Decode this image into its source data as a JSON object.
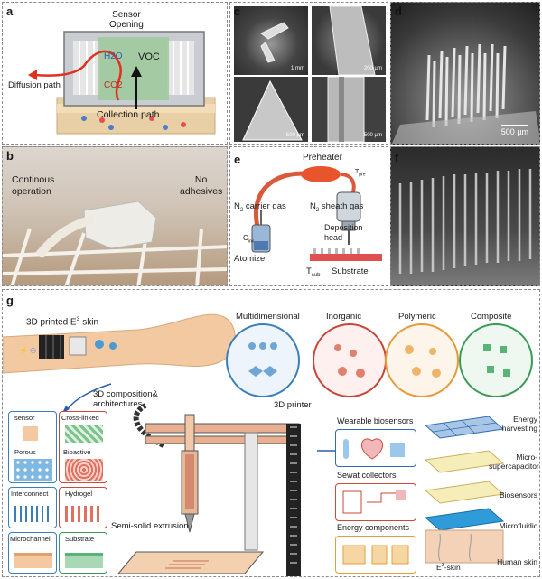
{
  "panels": {
    "a": {
      "label": "a",
      "sensor_opening": "Sensor\nOpening",
      "h2o": "H2O",
      "voc": "VOC",
      "co2": "CO2",
      "diffusion": "Diffusion path",
      "collection": "Collection path"
    },
    "b": {
      "label": "b",
      "continuous": "Continous\noperation",
      "no_adhesives": "No\nadhesives"
    },
    "c": {
      "label": "c",
      "scales": [
        "1 mm",
        "200 µm",
        "500 µm",
        "500 µm"
      ]
    },
    "d": {
      "label": "d",
      "scale": "500 µm"
    },
    "e": {
      "label": "e",
      "preheater": "Preheater",
      "tpre": "T",
      "tpre_sub": "pre",
      "n2_carrier": "N",
      "n2_carrier_rest": " carrier gas",
      "n2_sheath": "N",
      "n2_sheath_rest": " sheath gas",
      "deposition": "Deposition\nhead",
      "cink": "C",
      "cink_sub": "ink",
      "atomizer": "Atomizer",
      "tsub": "T",
      "tsub_sub": "sub",
      "substrate": "Substrate"
    },
    "f": {
      "label": "f"
    },
    "g": {
      "label": "g",
      "eskin_title_pre": "3D printed E",
      "eskin_title_sup": "3",
      "eskin_title_post": "-skin",
      "composition": "3D composition&\narchitectures",
      "printer": "3D printer",
      "extrusion": "Semi-solid extrusion",
      "materials": [
        "Multidimensional",
        "Inorganic",
        "Polymeric",
        "Composite"
      ],
      "arch": [
        "sensor",
        "Cross-linked",
        "Porous",
        "Bioactive",
        "Interconnect",
        "Hydrogel",
        "Microchannel",
        "Substrate"
      ],
      "apps": [
        "Wearable biosensors",
        "Sewat collectors",
        "Energy components"
      ],
      "layers": [
        "Energy\nharvesting",
        "Micro-\nsupercapacitor",
        "Biosensors",
        "Microfluidic",
        "Human skin"
      ],
      "eskin_pre": "E",
      "eskin_sup": "3",
      "eskin_post": "-skin"
    }
  },
  "colors": {
    "multi": "#3b7fb8",
    "inorganic": "#c8453a",
    "polymeric": "#e69a3a",
    "composite": "#3a9a5a",
    "app_border": "#2f6fb0",
    "app2": "#c84a3a",
    "app3": "#e0a040"
  }
}
